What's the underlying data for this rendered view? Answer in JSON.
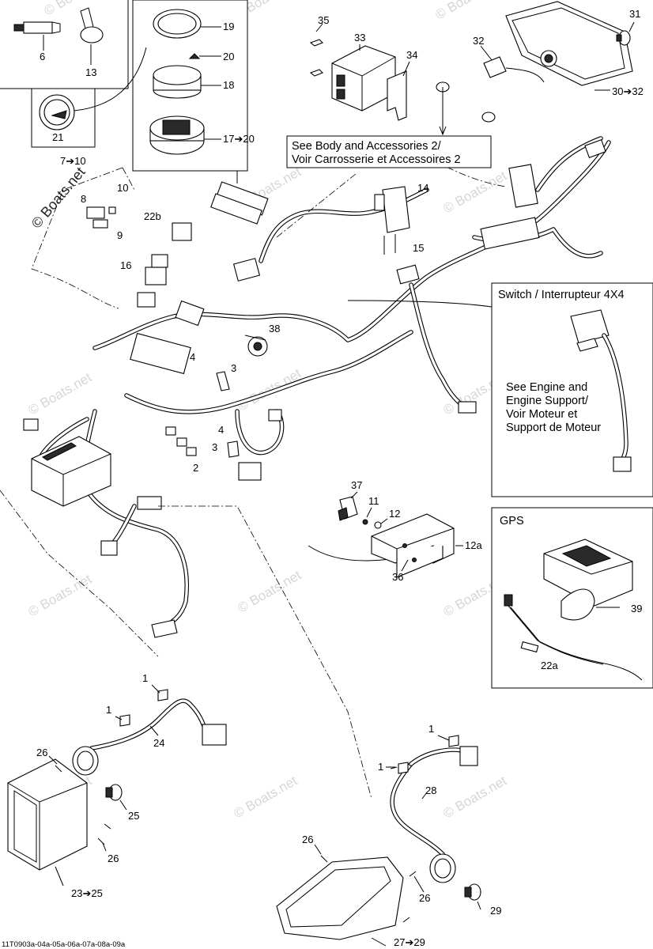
{
  "labels": {
    "p6": "6",
    "p13": "13",
    "p19": "19",
    "p20": "20",
    "p18": "18",
    "p17": "17➔20",
    "p21": "21",
    "p35": "35",
    "p33": "33",
    "p34": "34",
    "p31": "31",
    "p32": "32",
    "p30": "30➔32",
    "p7": "7➔10",
    "p8": "8",
    "p10": "10",
    "p9": "9",
    "p22b": "22b",
    "p16": "16",
    "p14": "14",
    "p15": "15",
    "p38": "38",
    "p4a": "4",
    "p3a": "3",
    "p4b": "4",
    "p3b": "3",
    "p2": "2",
    "p37": "37",
    "p11": "11",
    "p12": "12",
    "p12a": "12a",
    "p36": "36",
    "p39": "39",
    "p22a": "22a",
    "p1a": "1",
    "p1b": "1",
    "p24": "24",
    "p26a": "26",
    "p25": "25",
    "p26b": "26",
    "p23": "23➔25",
    "p1c": "1",
    "p1d": "1",
    "p28": "28",
    "p26c": "26",
    "p26d": "26",
    "p29": "29",
    "p27": "27➔29"
  },
  "notes": {
    "body_line1": "See Body and Accessories 2/",
    "body_line2": "Voir Carrosserie et Accessoires 2",
    "switch_title": "Switch / Interrupteur 4X4",
    "engine_line1": "See Engine and",
    "engine_line2": "Engine Support/",
    "engine_line3": "Voir Moteur et",
    "engine_line4": "Support de Moteur",
    "gps_title": "GPS"
  },
  "watermark": {
    "text": "© Boats.net"
  },
  "footer": {
    "code": "11T0903a-04a-05a-06a-07a-08a-09a"
  },
  "colors": {
    "line": "#000000",
    "watermark": "#d6d6d6",
    "background": "#ffffff"
  }
}
